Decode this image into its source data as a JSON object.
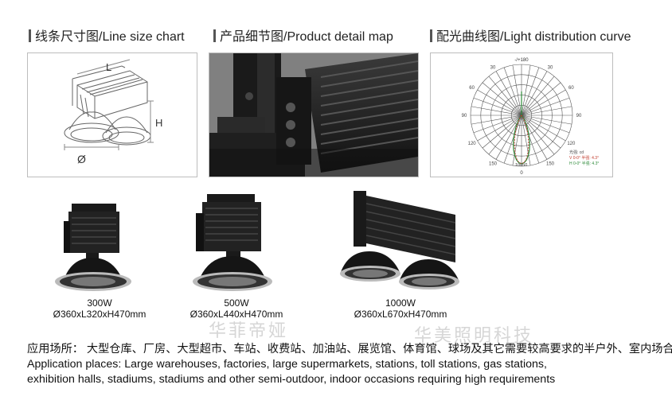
{
  "headers": {
    "line_size": "线条尺寸图/Line size chart",
    "product_detail": "产品细节图/Product detail map",
    "light_curve": "配光曲线图/Light distribution curve"
  },
  "line_size_labels": {
    "length": "L",
    "height": "H",
    "diameter": "Ø"
  },
  "polar": {
    "top_label": "-/+180",
    "angle_labels": [
      "150",
      "150",
      "120",
      "120",
      "90",
      "90",
      "60",
      "60",
      "30",
      "30"
    ],
    "bottom_label": "0",
    "scale_label": "10050",
    "legend": [
      "光强: cd",
      "V 0-0° 半强: 4.3°",
      "H 0-0° 半强: 4.3°"
    ]
  },
  "products": [
    {
      "power": "300W",
      "size": "Ø360xL320xH470mm"
    },
    {
      "power": "500W",
      "size": "Ø360xL440xH470mm"
    },
    {
      "power": "1000W",
      "size": "Ø360xL670xH470mm"
    }
  ],
  "watermarks": {
    "left": "华菲帝娅",
    "right": "华美照明科技"
  },
  "application": {
    "line_cn": "应用场所：  大型仓库、厂房、大型超市、车站、收费站、加油站、展览馆、体育馆、球场及其它需要较高要求的半户外、室内场合",
    "line_en_1": "Application places: Large warehouses, factories, large supermarkets, stations, toll stations, gas stations,",
    "line_en_2": "exhibition halls, stadiums, stadiums and other semi-outdoor, indoor occasions requiring high requirements"
  },
  "colors": {
    "polar_curve": "#2e8b3a",
    "polar_curve_h": "#c0392b",
    "lamp_body": "#1c1c1c"
  }
}
